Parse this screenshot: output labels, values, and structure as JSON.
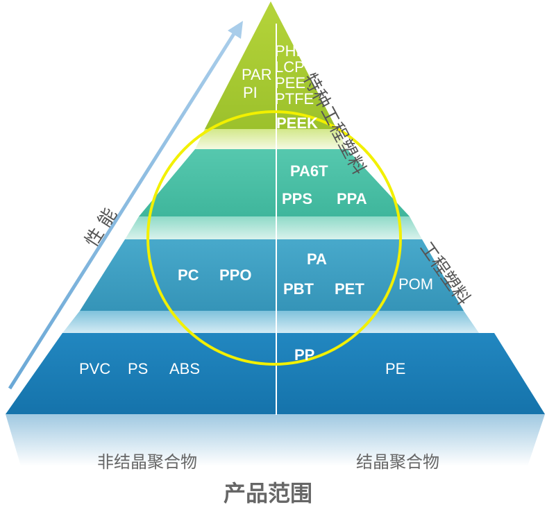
{
  "tiers": {
    "top": {
      "left": [
        "PAR",
        "PI"
      ],
      "right": [
        "PHE",
        "LCP",
        "PEE",
        "PTFE"
      ],
      "highlight": "PEEK",
      "side_label": "特种工程塑料",
      "color": "#a8c832"
    },
    "second": {
      "items": [
        "PA6T",
        "PPS",
        "PPA"
      ],
      "color": "#4cc2a8"
    },
    "third": {
      "left": [
        "PC",
        "PPO"
      ],
      "right": [
        "PA",
        "PBT",
        "PET"
      ],
      "outer": "POM",
      "side_label": "工程塑料",
      "color": "#3a9fc2"
    },
    "base": {
      "left": [
        "PVC",
        "PS",
        "ABS"
      ],
      "center": "PP",
      "right": "PE",
      "color": "#1d7fb8"
    }
  },
  "axis_label": "性能",
  "categories": {
    "left": "非结晶聚合物",
    "right": "结晶聚合物"
  },
  "bottom_title": "产品范围",
  "colors": {
    "highlight_circle": "#f2f000",
    "arrow": "#8fbfe0"
  }
}
